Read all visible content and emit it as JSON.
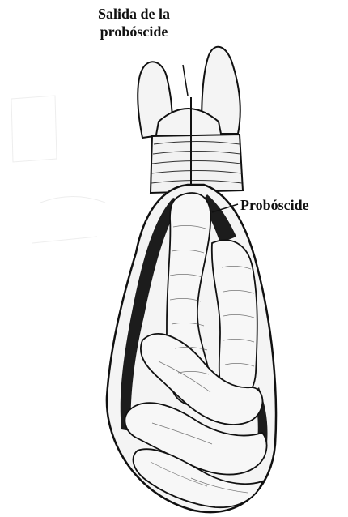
{
  "labels": {
    "proboscis_exit_line1": "Salida de la",
    "proboscis_exit_line2": "probóscide",
    "proboscis": "Probóscide"
  },
  "colors": {
    "ink": "#111111",
    "body_fill": "#f4f4f4",
    "dark_cavity": "#1c1c1c",
    "background": "#ffffff"
  }
}
